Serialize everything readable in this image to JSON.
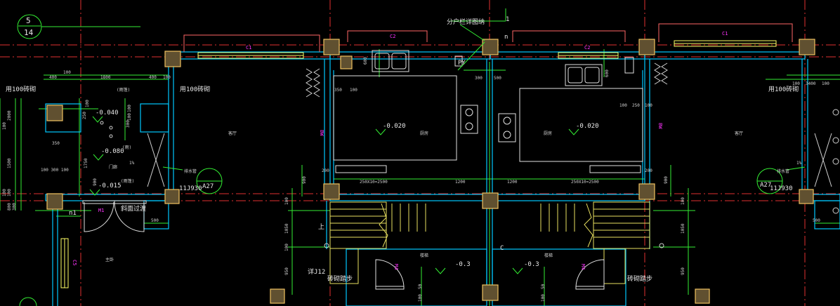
{
  "colors": {
    "background": "#000000",
    "axis": "#e03030",
    "dim": "#33ee33",
    "wall": "#00c8ff",
    "window": "#ffff66",
    "column": "#f0c060",
    "opening": "#ff66ff",
    "text": "#e8e8e8",
    "stair": "#e8e060"
  },
  "grid": {
    "top": "5",
    "bottom": "14",
    "right": "1"
  },
  "windows": {
    "c1_left": "C1",
    "c2_left": "C2",
    "c2_right": "C2",
    "c1_right": "C1"
  },
  "labels": {
    "fenhu": "分户栏详图纳",
    "py": "PY",
    "n_top": "n",
    "brick_wall_left": "用100砖砌",
    "brick_wall_mid": "用100砖砌",
    "brick_wall_right": "用100砖砌",
    "rainwater": "(雨篷)",
    "level_neg040": "-0.040",
    "level_neg080": "-0.080",
    "level_neg080_note": "(雨)",
    "doorway": "门廊",
    "slope_1pct_left": "1%",
    "slope_1pct_right": "1%",
    "level_neg015": "-0.015",
    "level_neg015_note": "(雨篷)",
    "cross_fill": "斜面过渡",
    "m1": "M1",
    "n1": "n1",
    "living_left": "客厅",
    "living_right": "客厅",
    "level_kitchen_left": "-0.020",
    "level_kitchen_right": "-0.020",
    "kitchen_left": "厨房",
    "kitchen_right": "厨房",
    "drain_left": "排水管",
    "drain_right": "排水管",
    "ref_left": "A27",
    "ref_right": "A27",
    "std_left": "11J930",
    "std_right": "11J930",
    "bw_left": "BW",
    "bw_right": "BW",
    "up": "上",
    "detail_j12": "详J12",
    "step_left": "砖砌踏步",
    "step_right": "砖砌踏步",
    "stair_left": "楼梯",
    "stair_right": "楼梯",
    "level_stair_left": "-0.3",
    "level_stair_right": "-0.3",
    "m4_left": "M4",
    "m4_right": "M4",
    "c5": "C5",
    "bedroom": "主卧",
    "mid_c": "C"
  },
  "dims": {
    "d100_top": "100",
    "d400_l": "400",
    "d1800": "1800",
    "d400_m": "400",
    "d100_m": "100",
    "d600_l": "600",
    "d350": "350",
    "d100_b": "100",
    "d300": "300",
    "d500": "500",
    "d600_r": "600",
    "d100_r2": "100",
    "d250": "250",
    "d1500_r": "100",
    "d100_r3": "100",
    "d3400": "3400",
    "d100_r4": "100",
    "d2000": "2000",
    "d100_v1": "100",
    "d1500": "1500",
    "d250_v": "250",
    "d1000_v": "100",
    "d100_v2": "100",
    "d1750": "1750",
    "d100_v3": "100",
    "d300_v": "300",
    "d100_v4": "100",
    "d350_h": "350",
    "d100_300_100": "100 300 100",
    "d900_v": "900",
    "d800": "800",
    "d100_bl": "100",
    "d300_bl": "300",
    "d500_b": "500",
    "d200_l": "200",
    "d250x10_l": "250X10=2500",
    "d1200_l": "1200",
    "d1200_r": "1200",
    "d250x10_r": "250X10=2500",
    "d200_r": "200",
    "d900_l": "900",
    "d900_r": "900",
    "d100_sl": "100",
    "d1050_l": "1050",
    "d100_sl2": "100",
    "d950_l": "950",
    "d1050_r": "1050",
    "d100_sr": "100",
    "d950_r": "950",
    "d50_l": "50",
    "d100_bl2": "100",
    "d50_r": "50",
    "d100_br2": "100",
    "d500_r": "500"
  }
}
